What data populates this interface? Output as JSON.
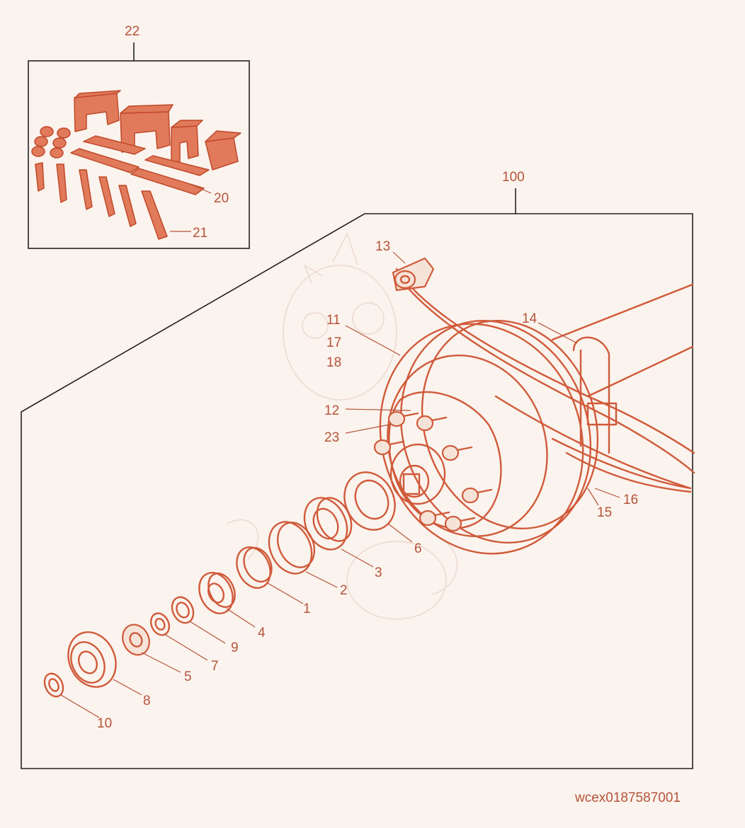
{
  "callouts": {
    "c1": "1",
    "c2": "2",
    "c3": "3",
    "c4": "4",
    "c5": "5",
    "c6": "6",
    "c7": "7",
    "c8": "8",
    "c9": "9",
    "c10": "10",
    "c11": "11",
    "c12": "12",
    "c13": "13",
    "c14": "14",
    "c15": "15",
    "c16": "16",
    "c17": "17",
    "c18": "18",
    "c20": "20",
    "c21": "21",
    "c22": "22",
    "c23": "23",
    "c100": "100"
  },
  "reference_code": "wcex0187587001",
  "colors": {
    "part_stroke": "#d05a3a",
    "part_fill": "#e07a5a",
    "label_text": "#b5533b",
    "background": "#fbf3ed",
    "frame": "#222222"
  }
}
